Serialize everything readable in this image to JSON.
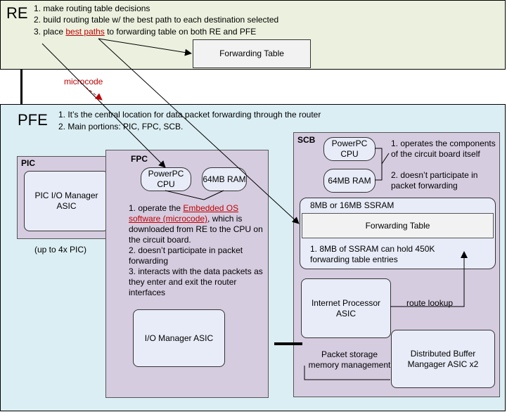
{
  "re": {
    "title": "RE",
    "items": [
      "1. make routing table decisions",
      "2. build routing table w/ the best path to each destination selected"
    ],
    "item3_prefix": "3. place ",
    "item3_link": "best paths",
    "item3_suffix": " to forwarding table on both RE and PFE",
    "forwarding_table": "Forwarding Table"
  },
  "microcode_label": "microcode",
  "pfe": {
    "title": "PFE",
    "items": [
      "1. It’s the central location for data packet forwarding through the router",
      "2. Main portions: PIC, FPC, SCB."
    ]
  },
  "pic": {
    "title": "PIC",
    "manager": "PIC I/O Manager ASIC",
    "note": "(up to 4x PIC)"
  },
  "fpc": {
    "title": "FPC",
    "cpu": "PowerPC CPU",
    "ram": "64MB RAM",
    "desc1_prefix": "1. operate the ",
    "desc1_link": "Embedded OS software (microcode)",
    "desc1_suffix": ", which is downloaded from RE to the CPU on the circuit board.",
    "desc2": "2. doesn’t participate in packet forwarding",
    "desc3": "3. interacts with the data packets as they enter and exit the router interfaces",
    "io_manager": "I/O Manager ASIC"
  },
  "scb": {
    "title": "SCB",
    "cpu": "PowerPC CPU",
    "ram": "64MB RAM",
    "desc1": "1. operates the components of the circuit board itself",
    "desc2": "2. doesn’t participate in packet forwarding",
    "ssram_title": "8MB or 16MB SSRAM",
    "forwarding_table": "Forwarding Table",
    "ssram_note": "1. 8MB of SSRAM can hold 450K forwarding table entries",
    "internet_processor": "Internet Processor ASIC",
    "route_lookup": "route lookup",
    "packet_storage": "Packet storage memory management",
    "dbm": "Distributed Buffer Mangager ASIC x2"
  }
}
